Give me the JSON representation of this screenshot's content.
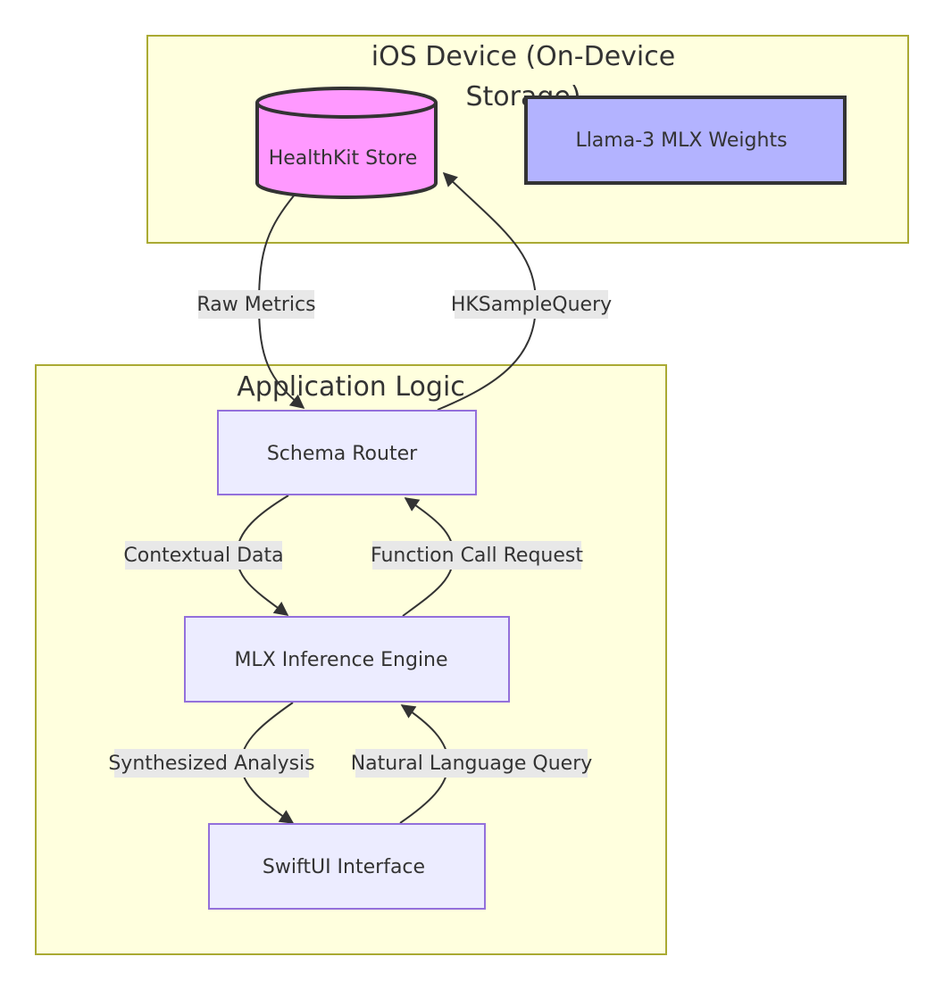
{
  "clusters": {
    "ios_device": {
      "title_line1": "iOS Device (On-Device",
      "title_line2": "Storage)"
    },
    "application_logic": {
      "title": "Application Logic"
    }
  },
  "nodes": {
    "healthkit_store": {
      "label": "HealthKit Store",
      "shape": "cylinder",
      "fill": "#ff99ff",
      "stroke": "#333333"
    },
    "llama_weights": {
      "label": "Llama-3 MLX Weights",
      "shape": "rectangle",
      "fill": "#b3b3ff",
      "stroke": "#333333"
    },
    "schema_router": {
      "label": "Schema Router",
      "shape": "rectangle"
    },
    "mlx_inference_engine": {
      "label": "MLX Inference Engine",
      "shape": "rectangle"
    },
    "swiftui_interface": {
      "label": "SwiftUI Interface",
      "shape": "rectangle"
    }
  },
  "edges": {
    "raw_metrics": {
      "label": "Raw Metrics",
      "from": "HealthKit Store",
      "to": "Schema Router"
    },
    "hk_sample_query": {
      "label": "HKSampleQuery",
      "from": "Schema Router",
      "to": "HealthKit Store"
    },
    "contextual_data": {
      "label": "Contextual Data",
      "from": "Schema Router",
      "to": "MLX Inference Engine"
    },
    "function_call_request": {
      "label": "Function Call Request",
      "from": "MLX Inference Engine",
      "to": "Schema Router"
    },
    "synthesized_analysis": {
      "label": "Synthesized Analysis",
      "from": "MLX Inference Engine",
      "to": "SwiftUI Interface"
    },
    "natural_language_query": {
      "label": "Natural Language Query",
      "from": "SwiftUI Interface",
      "to": "MLX Inference Engine"
    }
  }
}
